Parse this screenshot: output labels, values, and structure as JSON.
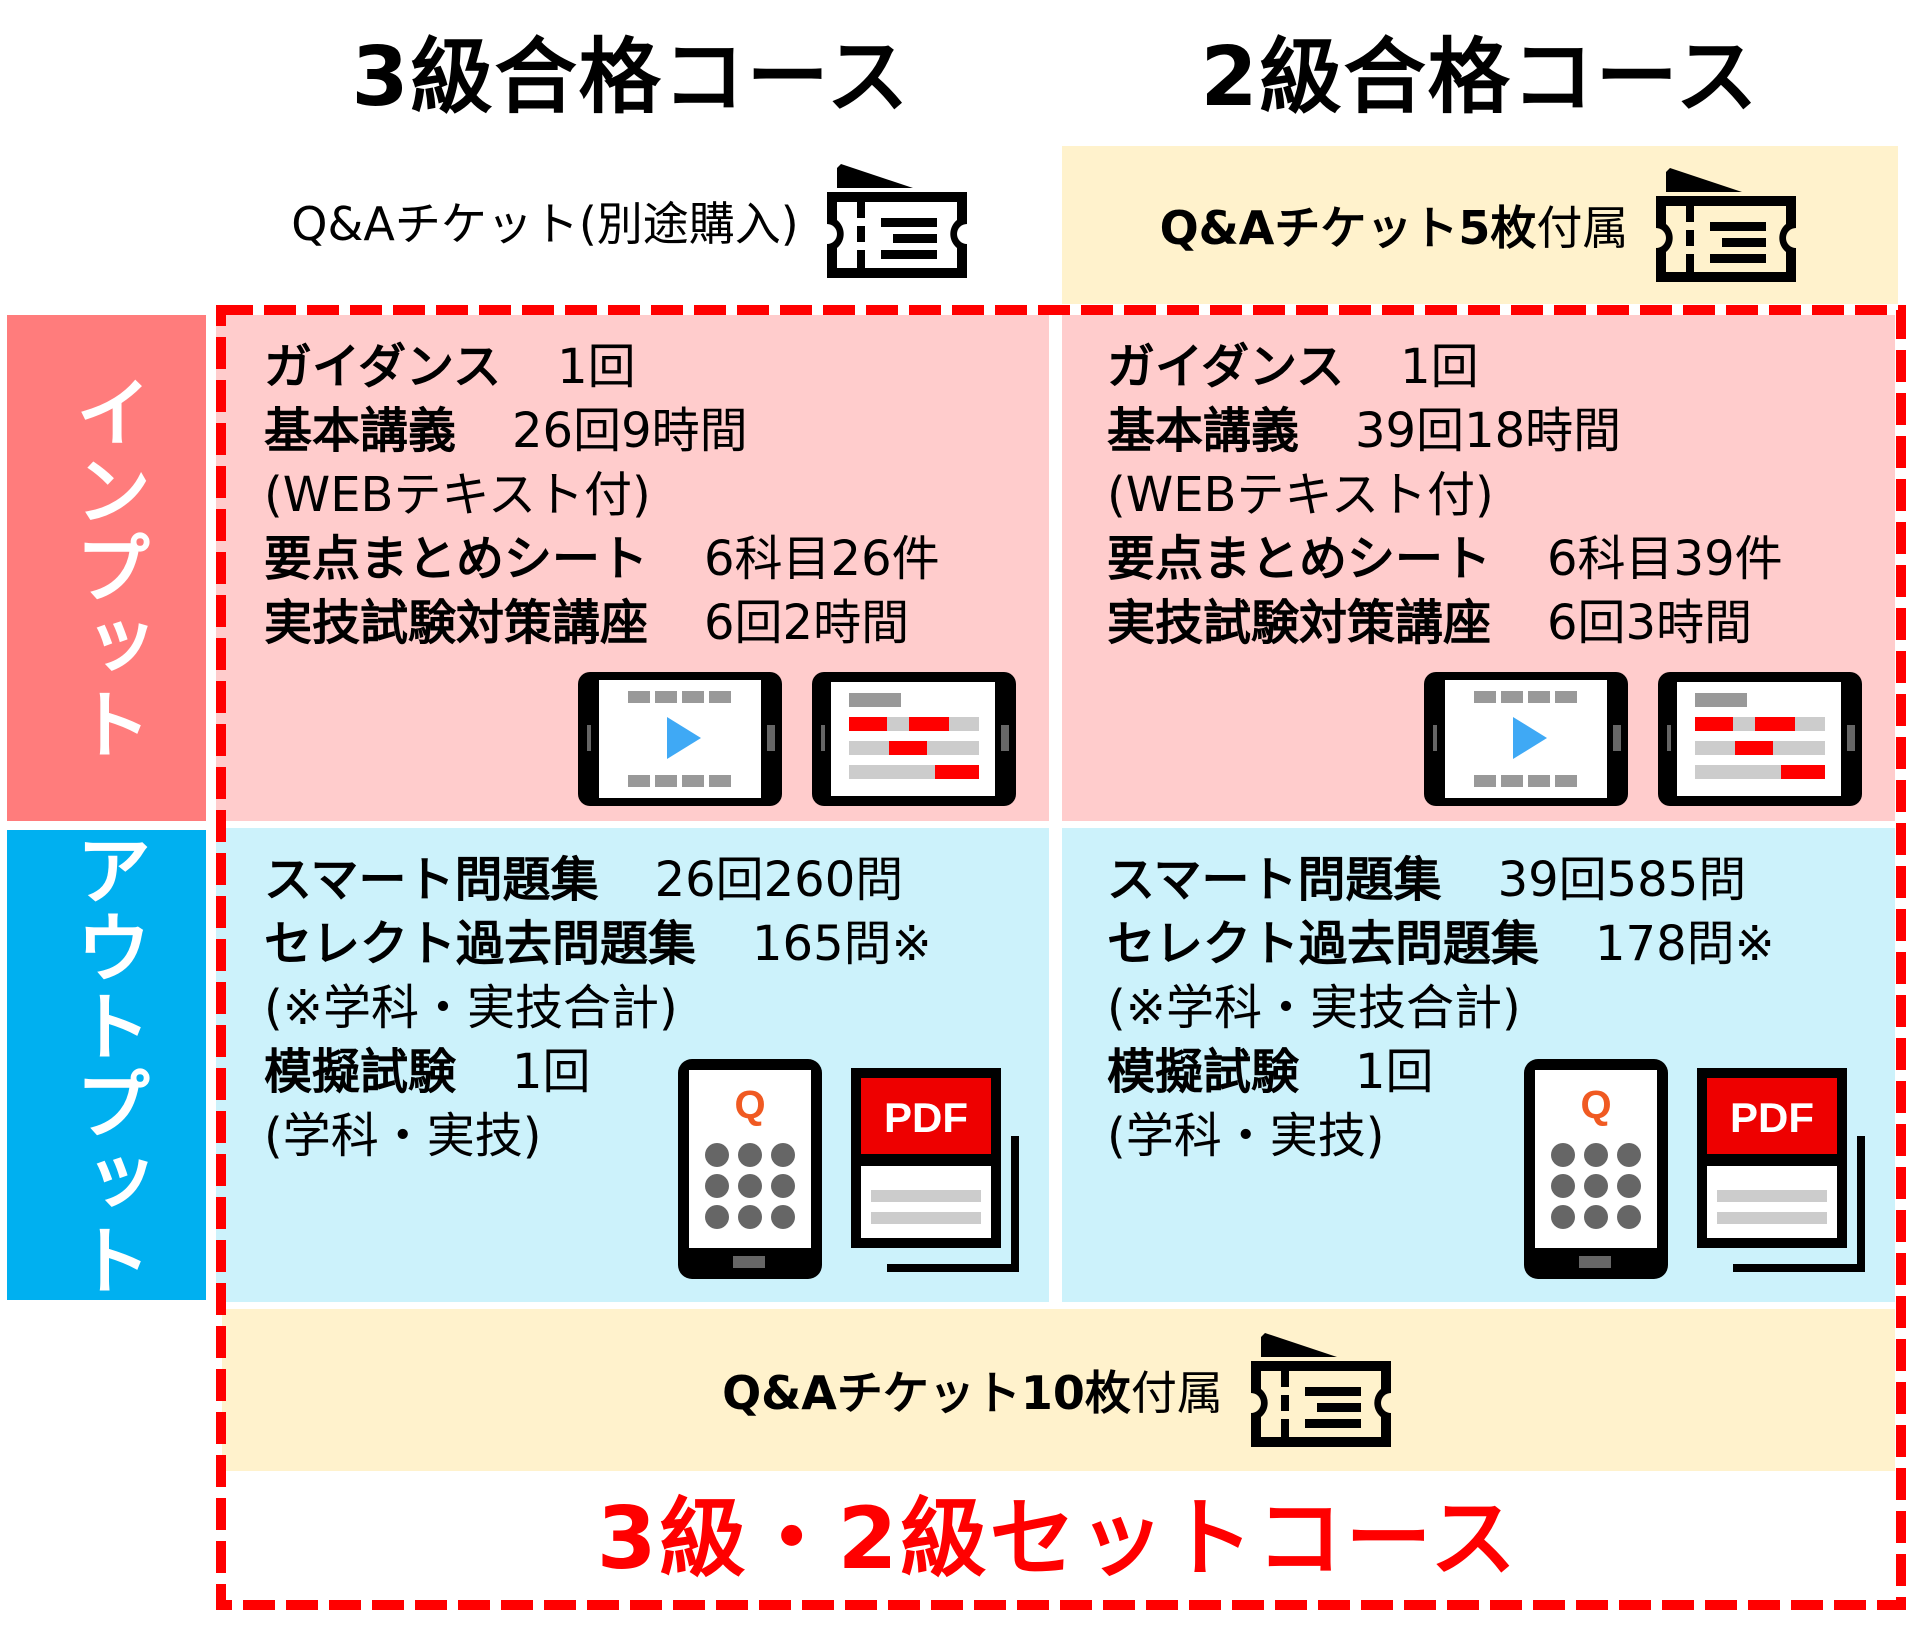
{
  "courses": {
    "grade3": {
      "title": "3級合格コース",
      "ticket_text": "Q&Aチケット(別途購入)",
      "input": {
        "items": [
          {
            "label": "ガイダンス",
            "value": "1回"
          },
          {
            "label": "基本講義",
            "value": "26回9時間"
          },
          {
            "label": "",
            "value": "(WEBテキスト付)"
          },
          {
            "label": "要点まとめシート",
            "value": "6科目26件"
          },
          {
            "label": "実技試験対策講座",
            "value": "6回2時間"
          }
        ]
      },
      "output": {
        "items": [
          {
            "label": "スマート問題集",
            "value": "26回260問"
          },
          {
            "label": "セレクト過去問題集",
            "value": "165問※"
          },
          {
            "label": "",
            "value": "(※学科・実技合計)"
          },
          {
            "label": "模擬試験",
            "value": "1回"
          },
          {
            "label": "",
            "value": "(学科・実技)"
          }
        ]
      }
    },
    "grade2": {
      "title": "2級合格コース",
      "ticket_text_bold": "Q&Aチケット5枚",
      "ticket_text_thin": "付属",
      "input": {
        "items": [
          {
            "label": "ガイダンス",
            "value": "1回"
          },
          {
            "label": "基本講義",
            "value": "39回18時間"
          },
          {
            "label": "",
            "value": "(WEBテキスト付)"
          },
          {
            "label": "要点まとめシート",
            "value": "6科目39件"
          },
          {
            "label": "実技試験対策講座",
            "value": "6回3時間"
          }
        ]
      },
      "output": {
        "items": [
          {
            "label": "スマート問題集",
            "value": "39回585問"
          },
          {
            "label": "セレクト過去問題集",
            "value": "178問※"
          },
          {
            "label": "",
            "value": "(※学科・実技合計)"
          },
          {
            "label": "模擬試験",
            "value": "1回"
          },
          {
            "label": "",
            "value": "(学科・実技)"
          }
        ]
      }
    }
  },
  "side_labels": {
    "input": "インプット",
    "output": "アウトプット"
  },
  "set_course": {
    "ticket_text_bold": "Q&Aチケット10枚",
    "ticket_text_thin": "付属",
    "title": "3級・2級セットコース"
  },
  "icons": {
    "ticket": "ticket-icon",
    "video_tablet": "video-tablet-icon",
    "summary_sheet_tablet": "summary-sheet-tablet-icon",
    "quiz_phone": "quiz-phone-icon",
    "pdf_document": "pdf-document-icon",
    "pdf_label": "PDF",
    "quiz_label": "Q"
  },
  "colors": {
    "input_label_bg": "#ff7c7c",
    "input_cell_bg": "#ffcccc",
    "output_label_bg": "#00b0f0",
    "output_cell_bg": "#ccf2fb",
    "ticket_bg": "#fff2cc",
    "set_frame": "#ff0000",
    "play_blue": "#3fa9f5",
    "quiz_orange": "#f05a22"
  }
}
